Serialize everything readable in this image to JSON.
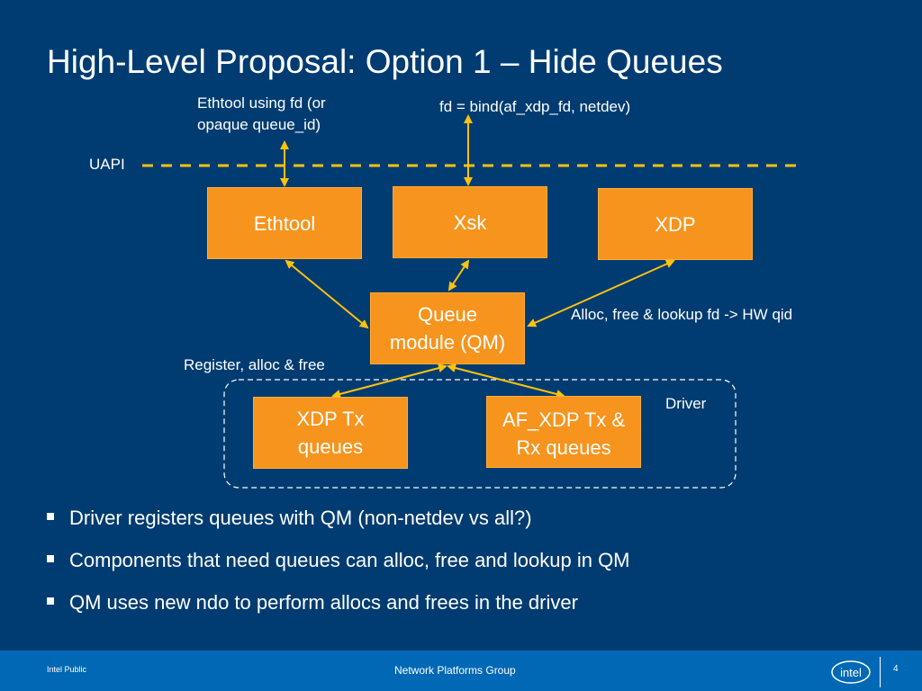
{
  "slide": {
    "title": "High-Level Proposal: Option 1 – Hide Queues",
    "page_number": "4"
  },
  "diagram": {
    "uapi_label": "UAPI",
    "ethtool_note_line1": "Ethtool using fd (or",
    "ethtool_note_line2": "opaque queue_id)",
    "bind_note": "fd = bind(af_xdp_fd, netdev)",
    "boxes": {
      "ethtool": "Ethtool",
      "xsk": "Xsk",
      "xdp": "XDP",
      "qm_line1": "Queue",
      "qm_line2": "module (QM)",
      "xdp_tx_line1": "XDP Tx",
      "xdp_tx_line2": "queues",
      "af_xdp_line1": "AF_XDP Tx &",
      "af_xdp_line2": "Rx queues"
    },
    "alloc_note": "Alloc, free & lookup fd -> HW qid",
    "register_note": "Register, alloc & free",
    "driver_label": "Driver",
    "colors": {
      "box": "#f7941d",
      "arrow": "#ffc20e",
      "background": "#003c71",
      "footer": "#0068b5"
    }
  },
  "bullets": [
    "Driver registers queues with QM (non-netdev vs all?)",
    "Components that need queues can alloc, free and lookup in QM",
    "QM uses new ndo to perform allocs and frees in the driver"
  ],
  "footer": {
    "classification": "Intel Public",
    "group": "Network Platforms Group",
    "logo_text": "intel"
  }
}
